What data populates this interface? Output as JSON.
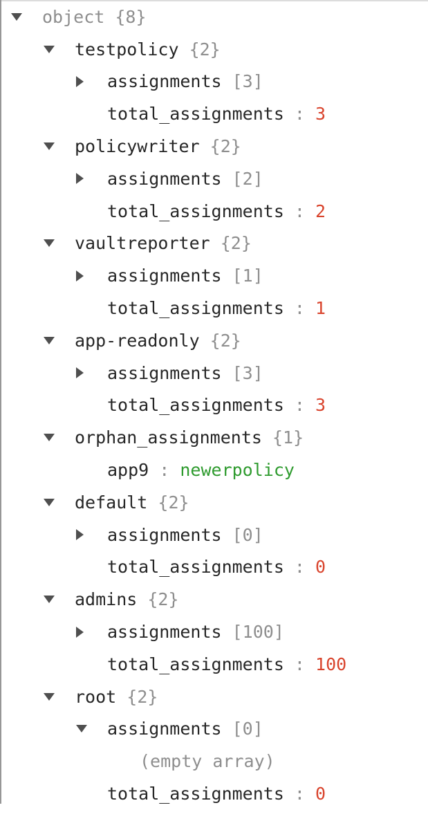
{
  "panel": {
    "background": "#ffffff",
    "border_top_color": "#dcdcdc",
    "border_left_color": "#979797"
  },
  "colors": {
    "key_text": "#262626",
    "meta_text": "#8e8e8e",
    "number_value": "#d9442d",
    "string_value": "#2f9b2f",
    "arrow": "#4f4f4f"
  },
  "tree": {
    "separator": ":",
    "rows": [
      {
        "level": 0,
        "arrow": "down",
        "key": "object",
        "key_class": "meta",
        "meta": "{8}"
      },
      {
        "level": 1,
        "arrow": "down",
        "key": "testpolicy",
        "meta": "{2}"
      },
      {
        "level": 2,
        "arrow": "right",
        "key": "assignments",
        "meta": "[3]"
      },
      {
        "level": 2,
        "arrow": null,
        "key": "total_assignments",
        "value": "3",
        "value_type": "number"
      },
      {
        "level": 1,
        "arrow": "down",
        "key": "policywriter",
        "meta": "{2}"
      },
      {
        "level": 2,
        "arrow": "right",
        "key": "assignments",
        "meta": "[2]"
      },
      {
        "level": 2,
        "arrow": null,
        "key": "total_assignments",
        "value": "2",
        "value_type": "number"
      },
      {
        "level": 1,
        "arrow": "down",
        "key": "vaultreporter",
        "meta": "{2}"
      },
      {
        "level": 2,
        "arrow": "right",
        "key": "assignments",
        "meta": "[1]"
      },
      {
        "level": 2,
        "arrow": null,
        "key": "total_assignments",
        "value": "1",
        "value_type": "number"
      },
      {
        "level": 1,
        "arrow": "down",
        "key": "app-readonly",
        "meta": "{2}"
      },
      {
        "level": 2,
        "arrow": "right",
        "key": "assignments",
        "meta": "[3]"
      },
      {
        "level": 2,
        "arrow": null,
        "key": "total_assignments",
        "value": "3",
        "value_type": "number"
      },
      {
        "level": 1,
        "arrow": "down",
        "key": "orphan_assignments",
        "meta": "{1}"
      },
      {
        "level": 2,
        "arrow": null,
        "key": "app9",
        "value": "newerpolicy",
        "value_type": "string"
      },
      {
        "level": 1,
        "arrow": "down",
        "key": "default",
        "meta": "{2}"
      },
      {
        "level": 2,
        "arrow": "right",
        "key": "assignments",
        "meta": "[0]"
      },
      {
        "level": 2,
        "arrow": null,
        "key": "total_assignments",
        "value": "0",
        "value_type": "number"
      },
      {
        "level": 1,
        "arrow": "down",
        "key": "admins",
        "meta": "{2}"
      },
      {
        "level": 2,
        "arrow": "right",
        "key": "assignments",
        "meta": "[100]"
      },
      {
        "level": 2,
        "arrow": null,
        "key": "total_assignments",
        "value": "100",
        "value_type": "number"
      },
      {
        "level": 1,
        "arrow": "down",
        "key": "root",
        "meta": "{2}"
      },
      {
        "level": 2,
        "arrow": "down",
        "key": "assignments",
        "meta": "[0]"
      },
      {
        "level": 3,
        "arrow": null,
        "key": "(empty array)",
        "key_class": "meta"
      },
      {
        "level": 2,
        "arrow": null,
        "key": "total_assignments",
        "value": "0",
        "value_type": "number"
      }
    ]
  }
}
